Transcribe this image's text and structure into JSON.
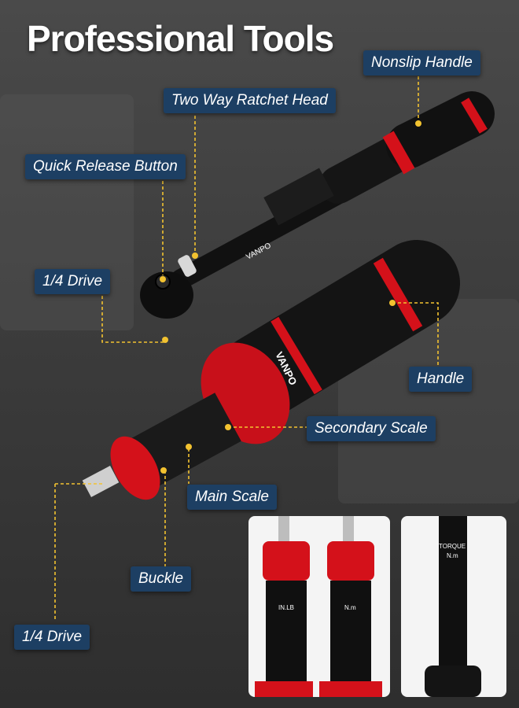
{
  "title": "Professional Tools",
  "brand": "VANPO",
  "labels": {
    "nonslip_handle": "Nonslip Handle",
    "ratchet_head": "Two Way Ratchet Head",
    "quick_release": "Quick Release Button",
    "drive_top": "1/4 Drive",
    "handle": "Handle",
    "secondary_scale": "Secondary Scale",
    "main_scale": "Main Scale",
    "buckle": "Buckle",
    "drive_bottom": "1/4 Drive"
  },
  "panels": {
    "inlb_unit": "IN.LB",
    "nm_unit": "N.m",
    "torque_title": "TORQUE",
    "torque_unit": "N.m"
  },
  "colors": {
    "label_bg": "#1d3f63",
    "accent_red": "#d4111a",
    "leader_yellow": "#f2c230"
  }
}
